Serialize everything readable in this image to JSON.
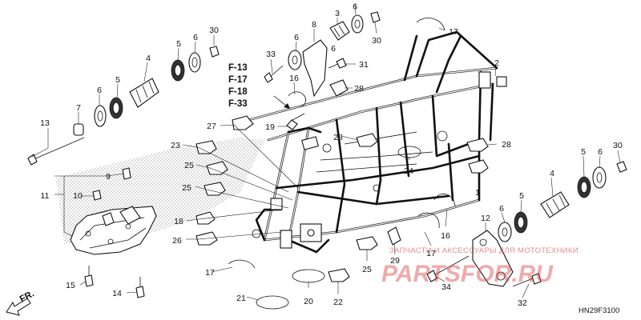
{
  "diagram": {
    "ref_labels": {
      "l1": "1",
      "l2": "2",
      "l3": "3",
      "l4a": "4",
      "l4b": "4",
      "l5a": "5",
      "l5b": "5",
      "l5c": "5",
      "l5d": "5",
      "l6a": "6",
      "l6b": "6",
      "l6c": "6",
      "l6d": "6",
      "l6e": "6",
      "l6f": "6",
      "l6g": "6",
      "l7": "7",
      "l8": "8",
      "l9": "9",
      "l10": "10",
      "l11": "11",
      "l12": "12",
      "l13": "13",
      "l14": "14",
      "l15": "15",
      "l16a": "16",
      "l16b": "16",
      "l17a": "17",
      "l17b": "17",
      "l17c": "17",
      "l18": "18",
      "l19": "19",
      "l20": "20",
      "l21": "21",
      "l22": "22",
      "l23": "23",
      "l24": "24",
      "l25a": "25",
      "l25b": "25",
      "l25c": "25",
      "l26": "26",
      "l27": "27",
      "l28a": "28",
      "l28b": "28",
      "l28c": "28",
      "l29": "29",
      "l30a": "30",
      "l30b": "30",
      "l30c": "30",
      "l31": "31",
      "l32": "32",
      "l33": "33",
      "l34": "34"
    },
    "figure_refs": [
      "F-13",
      "F-17",
      "F-18",
      "F-33"
    ],
    "direction_label": "FR.",
    "diagram_code": "HN29F3100",
    "watermark_line": "ЗАПЧАСТИ И АКСЕССУАРЫ ДЛЯ МОТОТЕХНИКИ",
    "watermark_brand": "PARTSFOR.RU",
    "colors": {
      "line": "#111111",
      "watermark": "#e04545"
    }
  }
}
